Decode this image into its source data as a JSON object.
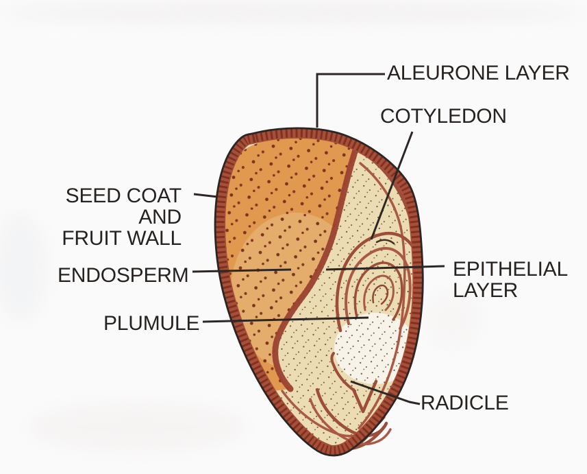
{
  "labels": {
    "aleurone": "ALEURONE LAYER",
    "cotyledon": "COTYLEDON",
    "seed_coat_line1": "SEED COAT AND",
    "seed_coat_line2": "FRUIT WALL",
    "endosperm": "ENDOSPERM",
    "plumule": "PLUMULE",
    "epithelial_line1": "EPITHELIAL",
    "epithelial_line2": "LAYER",
    "radicle": "RADICLE"
  },
  "colors": {
    "background": "#fbfafa",
    "text": "#262220",
    "leader_line": "#2c2724",
    "seed_outline": "#2b2523",
    "seed_coat": "#a6503a",
    "seed_coat_hatch": "#7c2e1f",
    "endosperm_fill": "#e0994f",
    "endosperm_highlight": "#e9c28a",
    "endosperm_dot": "#7b341d",
    "embryo_fill": "#ecdcb4",
    "embryo_light_patch": "#f7f3e9",
    "embryo_dot": "#6f5640",
    "embryo_structure_dark": "#9c4e3a",
    "embryo_structure_light": "#b66e54",
    "boundary_band": "#9a4130"
  }
}
